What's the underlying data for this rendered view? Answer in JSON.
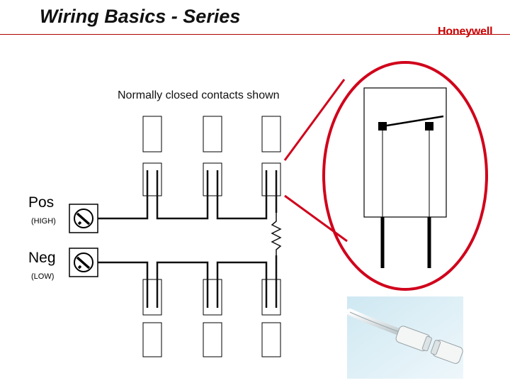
{
  "slide": {
    "title": "Wiring Basics - Series",
    "brand": "Honeywell",
    "caption": "Normally closed contacts shown"
  },
  "terminals": {
    "pos_label": "Pos",
    "pos_sub": "(HIGH)",
    "neg_label": "Neg",
    "neg_sub": "(LOW)"
  },
  "colors": {
    "accent": "#d0021b",
    "brand": "#cc0000",
    "wire": "#111111"
  }
}
